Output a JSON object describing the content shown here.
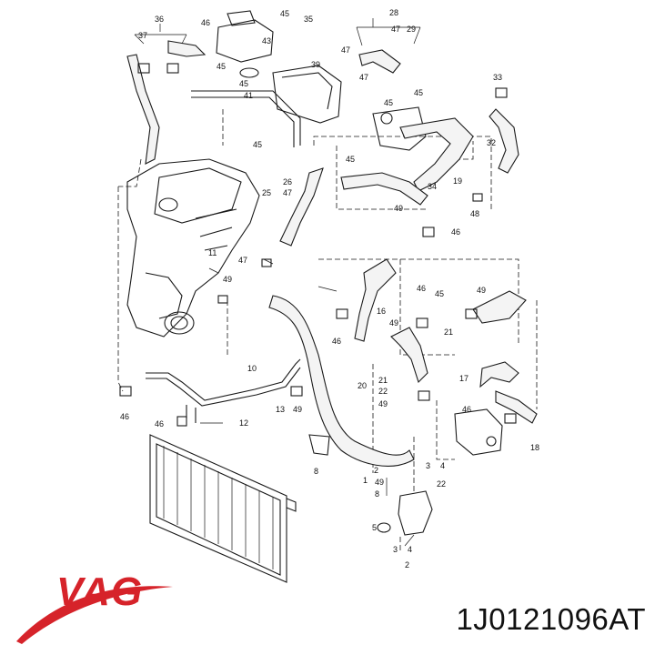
{
  "brand": {
    "logo_text": "VAG",
    "logo_color": "#d6232a"
  },
  "part_number": "1J0121096AT",
  "callouts": [
    "36",
    "37",
    "46",
    "45",
    "35",
    "43",
    "45",
    "39",
    "28",
    "47",
    "29",
    "47",
    "47",
    "41",
    "45",
    "33",
    "45",
    "45",
    "32",
    "45",
    "26",
    "47",
    "25",
    "45",
    "19",
    "34",
    "48",
    "49",
    "46",
    "47",
    "11",
    "49",
    "16",
    "46",
    "45",
    "49",
    "46",
    "49",
    "21",
    "10",
    "46",
    "12",
    "13",
    "49",
    "20",
    "21",
    "22",
    "49",
    "17",
    "46",
    "18",
    "46",
    "8",
    "3",
    "4",
    "1",
    "2",
    "49",
    "8",
    "22",
    "5",
    "3",
    "4",
    "2"
  ]
}
